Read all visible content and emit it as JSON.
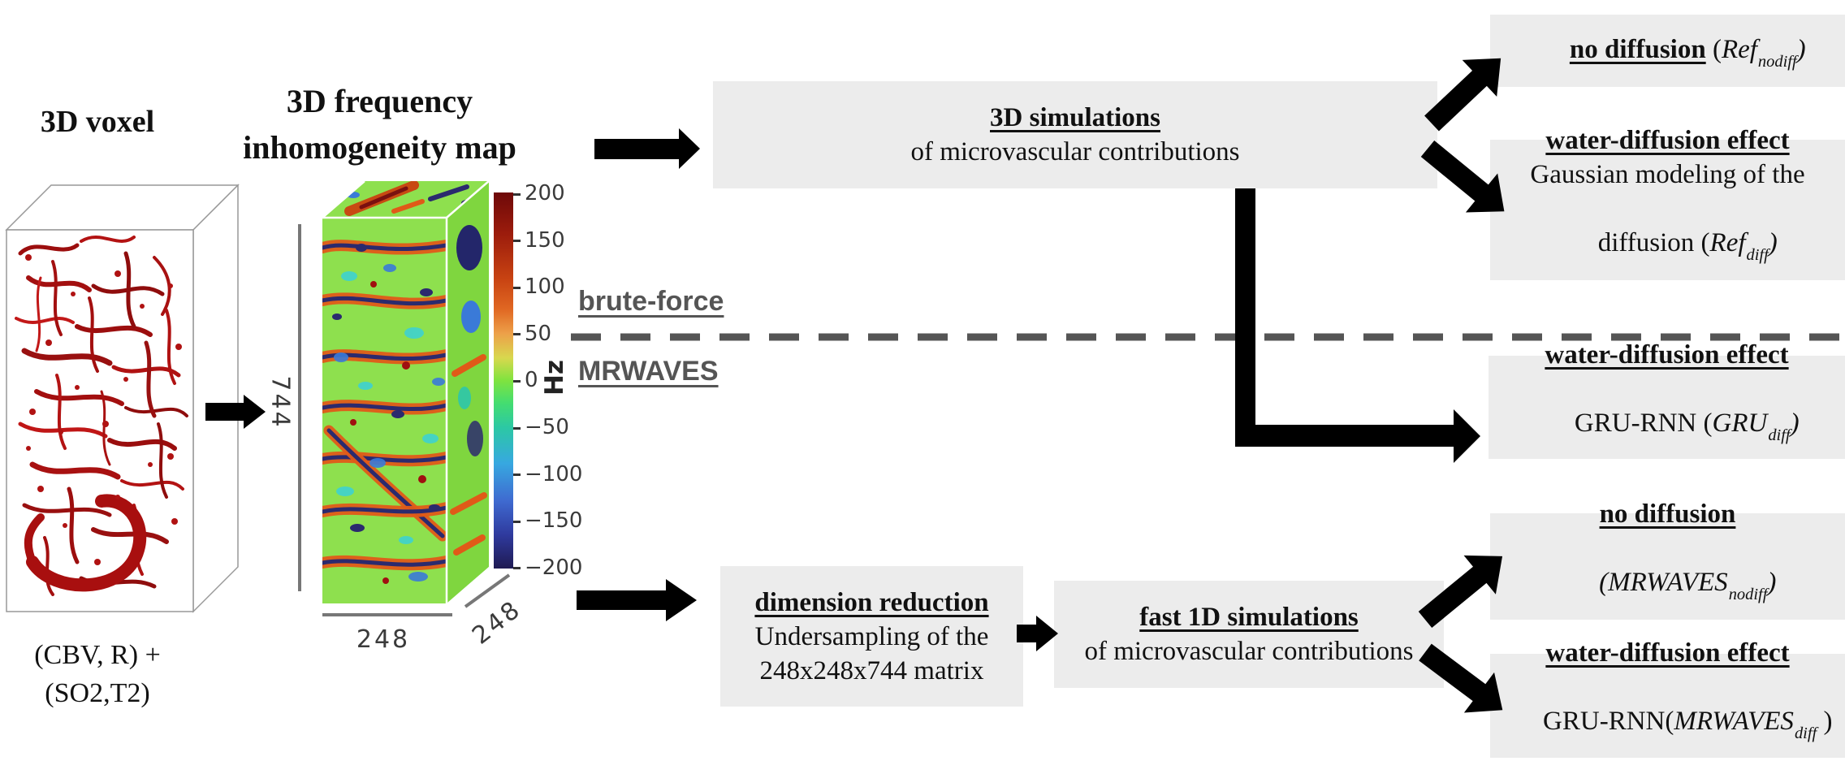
{
  "palette": {
    "box_bg": "#ececec",
    "arrow_color": "#000000",
    "divider_color": "#555555",
    "vessel_red": "#a81111",
    "map_green": "#8ee04e"
  },
  "left_column": {
    "voxel_title": "3D voxel",
    "voxel_caption": [
      "(CBV, R) +",
      "(SO2,T2)"
    ],
    "map_title": [
      "3D frequency",
      "inhomogeneity map"
    ],
    "dims": {
      "height": "744",
      "width": "248",
      "depth": "248"
    },
    "colorbar": {
      "unit": "Hz",
      "range": [
        -200,
        200
      ],
      "ticks": [
        "200",
        "150",
        "100",
        "50",
        "0",
        "−50",
        "−100",
        "−150",
        "−200"
      ]
    }
  },
  "labels": {
    "brute_force": "brute-force",
    "mrwaves": "MRWAVES"
  },
  "flow": {
    "sim3d": {
      "title": "3D simulations",
      "body": "of microvascular contributions"
    },
    "ref_nodiff": {
      "title": "no diffusion",
      "pre": " (",
      "sym": "Ref",
      "sub": "nodiff",
      "post": ")"
    },
    "ref_diff": {
      "title": "water-diffusion effect",
      "body": "Gaussian modeling of the",
      "pre": "diffusion (",
      "sym": "Ref",
      "sub": "diff",
      "post": ")"
    },
    "gru_diff": {
      "title": "water-diffusion effect",
      "pre": "GRU-RNN (",
      "sym": "GRU",
      "sub": "diff",
      "post": ")"
    },
    "dimred": {
      "title": "dimension reduction",
      "body": "Undersampling of the",
      "body2": "248x248x744 matrix"
    },
    "fast1d": {
      "title": "fast 1D simulations",
      "body": "of microvascular contributions"
    },
    "mrwaves_nodiff": {
      "title": "no diffusion",
      "pre": "(",
      "sym": "MRWAVES",
      "sub": "nodiff",
      "post": ")"
    },
    "mrwaves_diff": {
      "title": "water-diffusion effect",
      "pre": "GRU-RNN(",
      "sym": "MRWAVES",
      "sub": "diff",
      "post": " )"
    }
  }
}
